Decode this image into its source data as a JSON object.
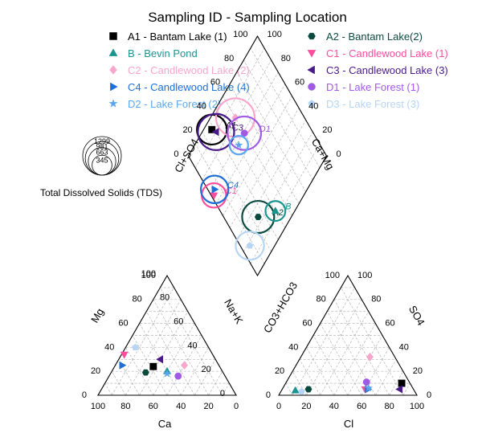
{
  "chart_data": {
    "type": "scatter",
    "subtype": "piper-diagram",
    "title": "Sampling ID - Sampling Location",
    "tds_legend": {
      "label": "Total Dissolved Solids (TDS)",
      "values": [
        1299,
        981,
        663,
        345
      ]
    },
    "ticks": [
      "0",
      "20",
      "40",
      "60",
      "80",
      "100"
    ],
    "axes": {
      "cation": {
        "left": "Mg",
        "bottom": "Ca",
        "right": "Na+K"
      },
      "anion": {
        "left": "CO3+HCO3",
        "bottom": "Cl",
        "right": "SO4"
      },
      "diamond": {
        "upper_left": "Cl+SO4",
        "upper_right": "Ca+Mg"
      }
    },
    "grid": true,
    "legend_position": "top",
    "series": [
      {
        "id": "A1",
        "name": "A1  - Bantam Lake (1)",
        "location": "Bantam Lake (1)",
        "marker": "square",
        "color": "#000000",
        "show_label": true,
        "ca": 48,
        "mg": 24,
        "cl": 84,
        "so4": 10,
        "tds": 780
      },
      {
        "id": "A2",
        "name": "A2  - Bantam Lake(2)",
        "location": "Bantam Lake(2)",
        "marker": "hexagon",
        "color": "#0b4a3f",
        "show_label": true,
        "ca": 56,
        "mg": 19,
        "cl": 19,
        "so4": 5,
        "tds": 900
      },
      {
        "id": "B",
        "name": "B   - Bevin Pond",
        "location": "Bevin Pond",
        "marker": "triangle-up",
        "color": "#1a9490",
        "show_label": true,
        "ca": 40,
        "mg": 20,
        "cl": 10,
        "so4": 4,
        "tds": 345
      },
      {
        "id": "C1",
        "name": "C1  - Candlewood Lake (1)",
        "location": "Candlewood Lake (1)",
        "marker": "triangle-down",
        "color": "#ff4d9e",
        "show_label": true,
        "ca": 64,
        "mg": 34,
        "cl": 60,
        "so4": 5,
        "tds": 520
      },
      {
        "id": "C2",
        "name": "C2  - Candlewood Lake (2)",
        "location": "Candlewood Lake (2)",
        "marker": "diamond",
        "color": "#f9a6cc",
        "show_label": false,
        "ca": 25,
        "mg": 25,
        "cl": 50,
        "so4": 32,
        "tds": 1299
      },
      {
        "id": "C3",
        "name": "C3  - Candlewood Lake (3)",
        "location": "Candlewood Lake (3)",
        "marker": "triangle-left",
        "color": "#4a1a8a",
        "show_label": true,
        "ca": 40,
        "mg": 30,
        "cl": 85,
        "so4": 5,
        "tds": 1150
      },
      {
        "id": "C4",
        "name": "C4  - Candlewood Lake (4)",
        "location": "Candlewood Lake (4)",
        "marker": "triangle-right",
        "color": "#1f6fd4",
        "show_label": true,
        "ca": 70,
        "mg": 25,
        "cl": 62,
        "so4": 5,
        "tds": 663
      },
      {
        "id": "D1",
        "name": "D1  - Lake Forest (1)",
        "location": "Lake Forest (1)",
        "marker": "circle",
        "color": "#a15ae6",
        "show_label": true,
        "ca": 34,
        "mg": 16,
        "cl": 58,
        "so4": 11,
        "tds": 981
      },
      {
        "id": "D2",
        "name": "D2  - Lake Forest (2)",
        "location": "Lake Forest (2)",
        "marker": "star",
        "color": "#5aa7ef",
        "show_label": false,
        "ca": 41,
        "mg": 18,
        "cl": 62,
        "so4": 6,
        "tds": 300
      },
      {
        "id": "D3",
        "name": "D3  - Lake Forest (3)",
        "location": "Lake Forest (3)",
        "marker": "pentagon",
        "color": "#b6d4f5",
        "show_label": false,
        "ca": 53,
        "mg": 40,
        "cl": 15,
        "so4": 3,
        "tds": 700
      }
    ]
  }
}
